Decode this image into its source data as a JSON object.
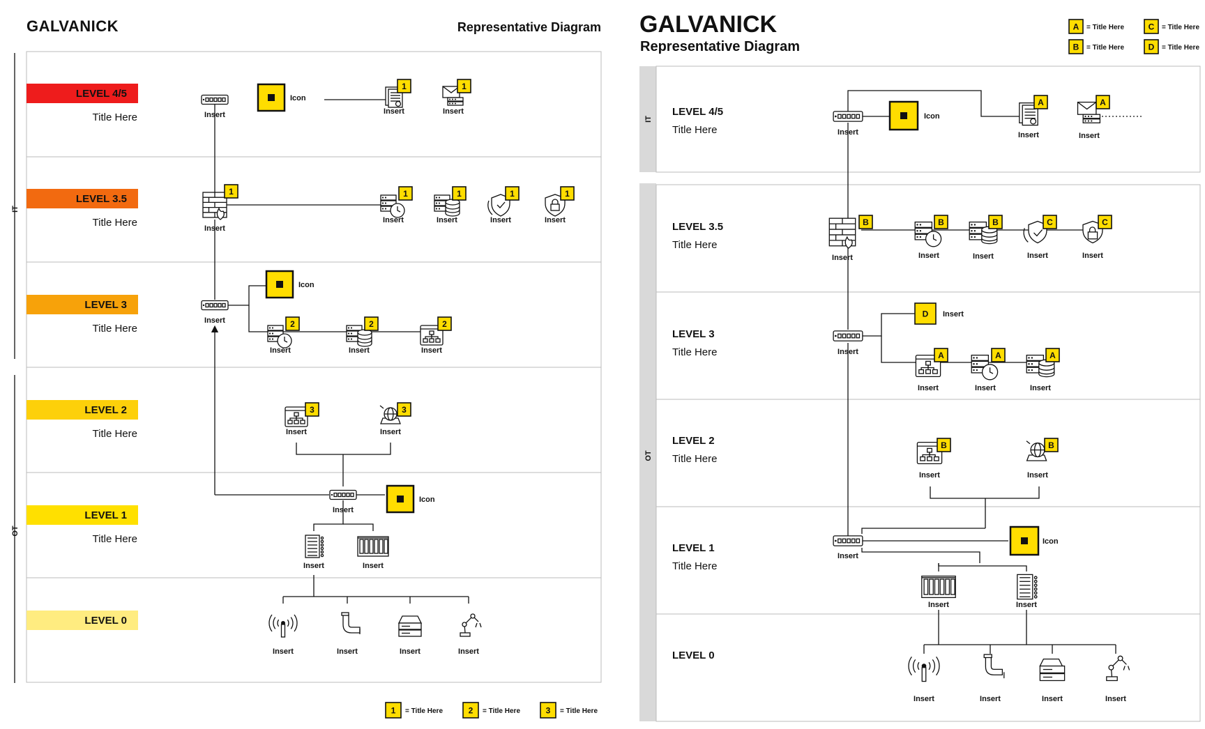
{
  "left": {
    "brand": "GALVANICK",
    "title": "Representative Diagram",
    "zones": {
      "it": "IT",
      "ot": "OT"
    },
    "levels": [
      {
        "label": "LEVEL 4/5",
        "sub": "Title Here",
        "color": "#ee1c1c"
      },
      {
        "label": "LEVEL 3.5",
        "sub": "Title Here",
        "color": "#f26a10"
      },
      {
        "label": "LEVEL 3",
        "sub": "Title Here",
        "color": "#f7a20a"
      },
      {
        "label": "LEVEL 2",
        "sub": "Title Here",
        "color": "#fdd00a"
      },
      {
        "label": "LEVEL 1",
        "sub": "Title Here",
        "color": "#ffe000"
      },
      {
        "label": "LEVEL 0",
        "sub": "",
        "color": "#ffec80"
      }
    ],
    "node_label": "Insert",
    "icon_label": "Icon",
    "legend": [
      {
        "badge": "1",
        "text": "= Title Here"
      },
      {
        "badge": "2",
        "text": "= Title Here"
      },
      {
        "badge": "3",
        "text": "= Title Here"
      }
    ]
  },
  "right": {
    "brand": "GALVANICK",
    "title": "Representative Diagram",
    "zones": {
      "it": "IT",
      "ot": "OT"
    },
    "levels": [
      {
        "label": "LEVEL 4/5",
        "sub": "Title Here"
      },
      {
        "label": "LEVEL 3.5",
        "sub": "Title Here"
      },
      {
        "label": "LEVEL 3",
        "sub": "Title Here"
      },
      {
        "label": "LEVEL 2",
        "sub": "Title Here"
      },
      {
        "label": "LEVEL 1",
        "sub": "Title Here"
      },
      {
        "label": "LEVEL 0",
        "sub": ""
      }
    ],
    "node_label": "Insert",
    "icon_label": "Icon",
    "legend": [
      {
        "badge": "A",
        "text": "= Title Here"
      },
      {
        "badge": "B",
        "text": "= Title Here"
      },
      {
        "badge": "C",
        "text": "= Title Here"
      },
      {
        "badge": "D",
        "text": "= Title Here"
      }
    ]
  },
  "colors": {
    "badge": "#ffdd00",
    "border": "#111111",
    "zone_bar": "#d9d9d9"
  },
  "icons": [
    "network-switch-icon",
    "firewall-icon",
    "server-clock-icon",
    "database-server-icon",
    "shield-check-icon",
    "shield-lock-icon",
    "document-icon",
    "mail-server-icon",
    "network-diagram-window-icon",
    "globe-laptop-icon",
    "plc-rack-icon",
    "io-module-icon",
    "wireless-sensor-icon",
    "pipe-valve-icon",
    "storage-drive-icon",
    "robot-arm-icon",
    "generic-square-icon"
  ]
}
